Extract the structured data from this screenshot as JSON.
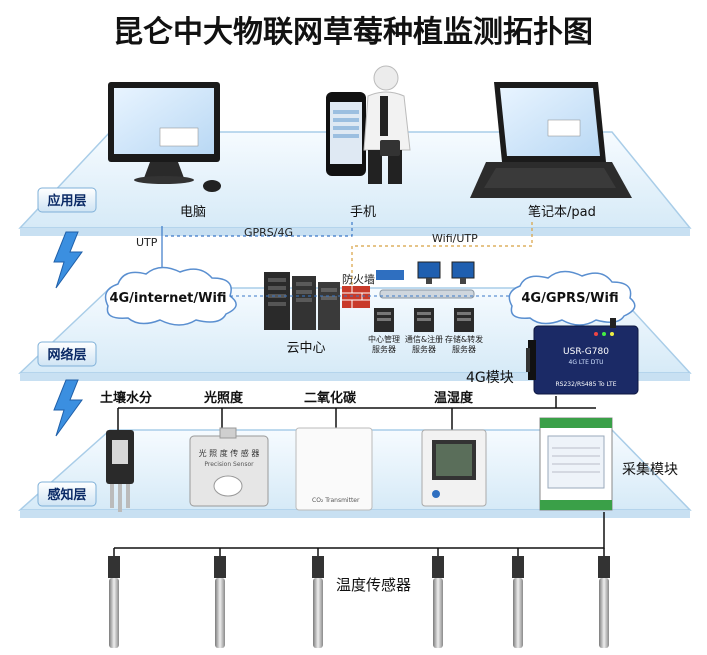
{
  "title": "昆仑中大物联网草莓种植监测拓扑图",
  "layers": {
    "application": "应用层",
    "network": "网络层",
    "perception": "感知层"
  },
  "devices": {
    "pc": "电脑",
    "phone": "手机",
    "laptop": "笔记本/pad"
  },
  "links": {
    "utp": "UTP",
    "gprs4g": "GPRS/4G",
    "wifi_utp": "Wifi/UTP"
  },
  "clouds": {
    "left": "4G/internet/Wifi",
    "right": "4G/GPRS/Wifi"
  },
  "network_nodes": {
    "firewall": "防火墙",
    "cloud_center": "云中心",
    "servers": [
      "中心管理\n服务器",
      "通信&注册\n服务器",
      "存储&转发\n服务器"
    ]
  },
  "modules": {
    "dtu": "4G模块",
    "collector": "采集模块",
    "dtu_model": "USR-G780",
    "dtu_sub": "4G LTE DTU",
    "dtu_port": "RS232/RS485 To LTE"
  },
  "sensors": {
    "soil": "土壤水分",
    "light": "光照度",
    "co2": "二氧化碳",
    "humidity": "温湿度",
    "temperature": "温度传感器",
    "light_box_text": "光 照 度 传 感 器",
    "light_box_sub": "Precision Sensor",
    "co2_box_text": "CO₂ Transmitter"
  },
  "colors": {
    "layer_fill": "#e8f3fb",
    "layer_edge": "#9ec9e8",
    "cable": "#111111",
    "dash_blue": "#3a78c8",
    "dash_orange": "#d8a040",
    "lightning": "#3b8fe0"
  }
}
